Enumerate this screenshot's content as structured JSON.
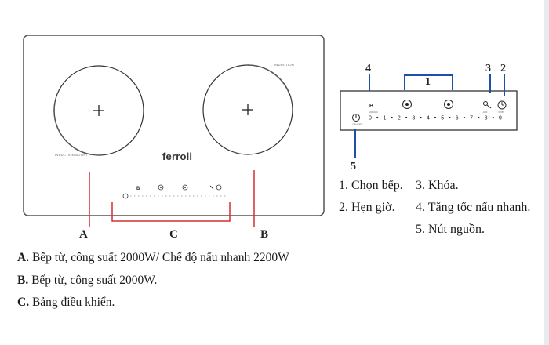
{
  "cooktop": {
    "brand": "ferroli",
    "zone_left_label": "INDUCTION BOOST",
    "zone_right_label": "INDUCTION",
    "plus_symbol": "+"
  },
  "panel": {
    "ticks": [
      "0",
      "1",
      "2",
      "3",
      "4",
      "5",
      "6",
      "7",
      "8",
      "9"
    ],
    "callouts": [
      "4",
      "1",
      "3",
      "2",
      "5"
    ]
  },
  "markers": {
    "a": "A",
    "b": "B",
    "c": "C"
  },
  "legend": {
    "a_key": "A.",
    "a_text": " Bếp từ, công suất 2000W/ Chế độ nấu nhanh 2200W",
    "b_key": "B.",
    "b_text": " Bếp từ, công suất 2000W.",
    "c_key": "C.",
    "c_text": " Bảng điều khiển."
  },
  "notes": {
    "n1": "1. Chọn bếp.",
    "n3": "3. Khóa.",
    "n2": "2. Hẹn giờ.",
    "n4": "4. Tăng tốc nấu nhanh.",
    "n5": "5. Nút nguồn."
  },
  "colors": {
    "accent_red": "#d62e2e",
    "callout_blue": "#1f4fa8",
    "outline": "#444444"
  }
}
